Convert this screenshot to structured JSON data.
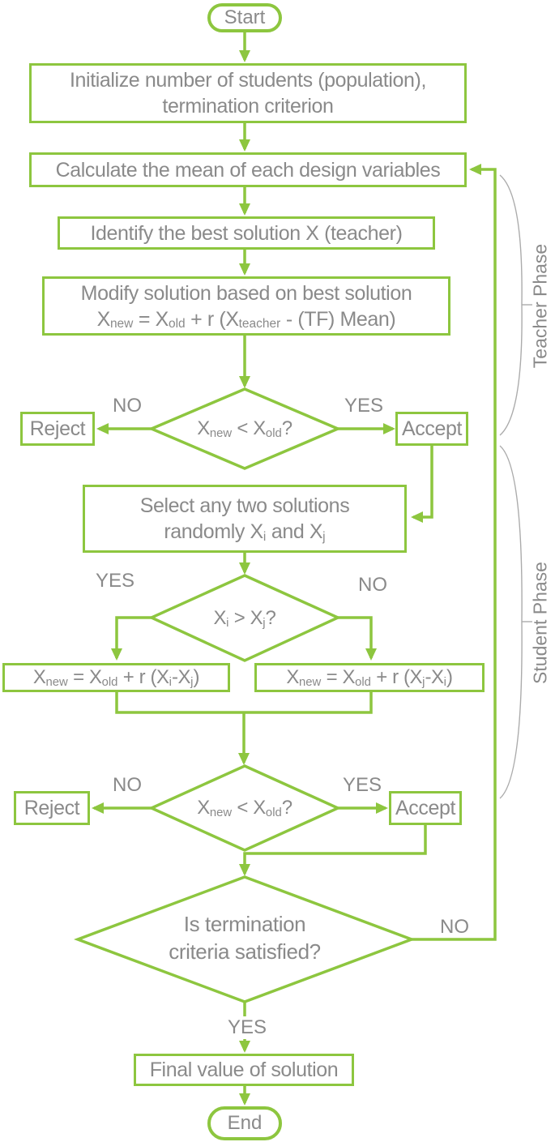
{
  "palette": {
    "green": "#8dc63f",
    "text_gray": "#8a8a8a",
    "brace_gray": "#ababab"
  },
  "nodes": {
    "start": {
      "label": "Start"
    },
    "initialize": {
      "line1": "Initialize number of students (population),",
      "line2": "termination criterion"
    },
    "calculate": {
      "label": "Calculate the mean of each design variables"
    },
    "identify": {
      "label": "Identify the best solution X (teacher)"
    },
    "modify": {
      "line1": "Modify solution based on best solution",
      "line2": [
        {
          "t": "X"
        },
        {
          "t": "new",
          "s": 1
        },
        {
          "t": " = X"
        },
        {
          "t": "old",
          "s": 1
        },
        {
          "t": " + r (X"
        },
        {
          "t": "teacher",
          "s": 1
        },
        {
          "t": " - (TF) Mean)"
        }
      ]
    },
    "decision1": {
      "label": [
        {
          "t": "X"
        },
        {
          "t": "new",
          "s": 1
        },
        {
          "t": " < X"
        },
        {
          "t": "old",
          "s": 1
        },
        {
          "t": "?"
        }
      ]
    },
    "reject1": {
      "label": "Reject"
    },
    "accept1": {
      "label": "Accept"
    },
    "select": {
      "line1": "Select any two solutions",
      "line2": [
        {
          "t": "randomly X"
        },
        {
          "t": "i",
          "s": 1
        },
        {
          "t": " and X"
        },
        {
          "t": "j",
          "s": 1
        }
      ]
    },
    "decision2": {
      "label": [
        {
          "t": "X"
        },
        {
          "t": "i",
          "s": 1
        },
        {
          "t": " > X"
        },
        {
          "t": "j",
          "s": 1
        },
        {
          "t": "?"
        }
      ]
    },
    "formula_left": {
      "label": [
        {
          "t": "X"
        },
        {
          "t": "new",
          "s": 1
        },
        {
          "t": " = X"
        },
        {
          "t": "old",
          "s": 1
        },
        {
          "t": " + r (X"
        },
        {
          "t": "i",
          "s": 1
        },
        {
          "t": "-X"
        },
        {
          "t": "j",
          "s": 1
        },
        {
          "t": ")"
        }
      ]
    },
    "formula_right": {
      "label": [
        {
          "t": "X"
        },
        {
          "t": "new",
          "s": 1
        },
        {
          "t": " = X"
        },
        {
          "t": "old",
          "s": 1
        },
        {
          "t": " + r (X"
        },
        {
          "t": "j",
          "s": 1
        },
        {
          "t": "-X"
        },
        {
          "t": "i",
          "s": 1
        },
        {
          "t": ")"
        }
      ]
    },
    "decision3": {
      "label": [
        {
          "t": "X"
        },
        {
          "t": "new",
          "s": 1
        },
        {
          "t": " < X"
        },
        {
          "t": "old",
          "s": 1
        },
        {
          "t": "?"
        }
      ]
    },
    "reject2": {
      "label": "Reject"
    },
    "accept2": {
      "label": "Accept"
    },
    "termination": {
      "line1": "Is termination",
      "line2": "criteria satisfied?"
    },
    "final": {
      "label": "Final value of solution"
    },
    "end": {
      "label": "End"
    }
  },
  "edge_labels": {
    "no1": "NO",
    "yes1": "YES",
    "yes2": "YES",
    "no2": "NO",
    "no3": "NO",
    "yes3": "YES",
    "no4": "NO",
    "yes4": "YES"
  },
  "phases": {
    "teacher": "Teacher Phase",
    "student": "Student Phase"
  }
}
